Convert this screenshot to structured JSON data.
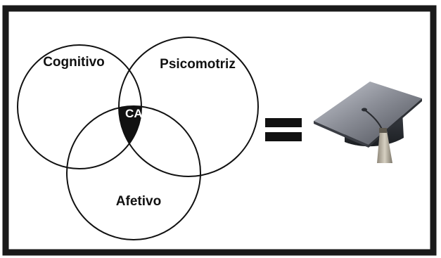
{
  "diagram": {
    "sets": [
      {
        "id": "cognitivo",
        "label": "Cognitivo"
      },
      {
        "id": "psicomotriz",
        "label": "Psicomotriz"
      },
      {
        "id": "afetivo",
        "label": "Afetivo"
      }
    ],
    "intersection": {
      "label": "CAP"
    },
    "result_icon": "graduation-cap-icon",
    "operator_icon": "equals-sign-icon",
    "colors": {
      "frame": "#1a1a1a",
      "circle_stroke": "#111111",
      "intersection_fill": "#111111",
      "intersection_text": "#ffffff",
      "cap_board": "#6e7078",
      "cap_base": "#262a2e",
      "tassel": "#b9b2a4"
    }
  }
}
